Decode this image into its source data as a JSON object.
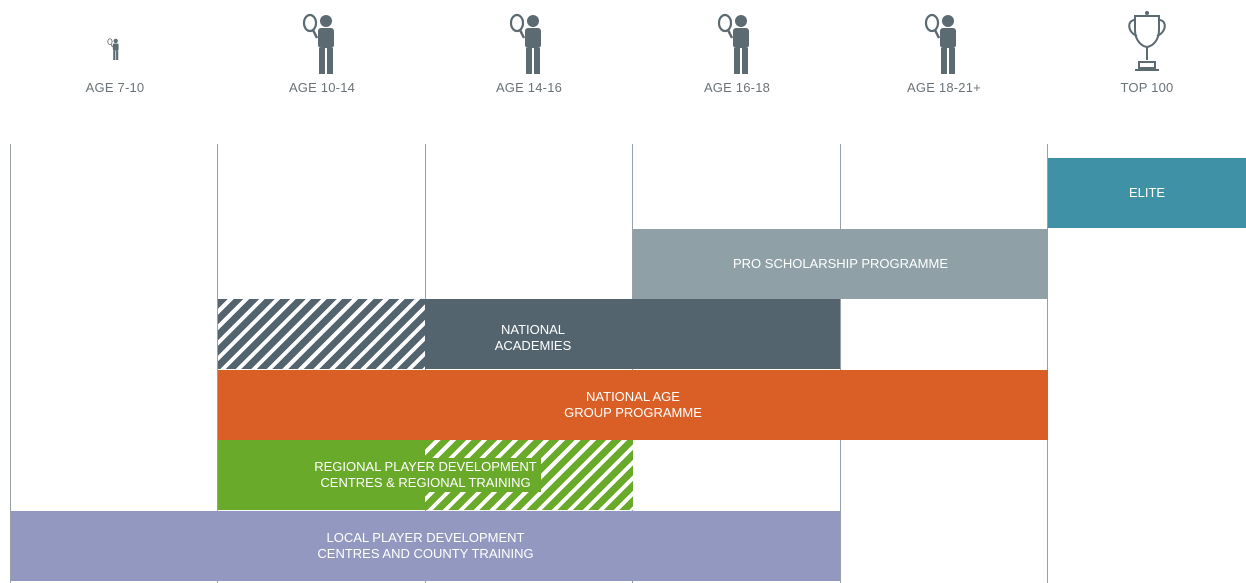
{
  "columns": [
    {
      "label": "AGE 7-10",
      "icon": "player-icon"
    },
    {
      "label": "AGE 10-14",
      "icon": "player-icon"
    },
    {
      "label": "AGE 14-16",
      "icon": "player-icon"
    },
    {
      "label": "AGE 16-18",
      "icon": "player-icon"
    },
    {
      "label": "AGE 18-21+",
      "icon": "player-icon"
    },
    {
      "label": "TOP 100",
      "icon": "trophy-icon"
    }
  ],
  "programmes": {
    "elite": {
      "label": "ELITE",
      "color": "#3f92a6"
    },
    "pro_scholarship": {
      "label": "PRO SCHOLARSHIP PROGRAMME",
      "color": "#8fa0a7"
    },
    "national_academies": {
      "line1": "NATIONAL",
      "line2": "ACADEMIES",
      "color": "#53646f",
      "hatch_color": "#53646f"
    },
    "national_age_group": {
      "line1": "NATIONAL AGE",
      "line2": "GROUP PROGRAMME",
      "color": "#d95f27"
    },
    "regional": {
      "line1": "REGIONAL PLAYER DEVELOPMENT",
      "line2": "CENTRES & REGIONAL TRAINING",
      "color": "#6aaa2a",
      "hatch_color": "#6aaa2a"
    },
    "local": {
      "line1": "LOCAL PLAYER DEVELOPMENT",
      "line2": "CENTRES AND COUNTY TRAINING",
      "color": "#9298bf"
    }
  },
  "colors": {
    "grid_line": "#9aa1a6",
    "icon": "#5c6a72",
    "label_text": "#6a7378"
  }
}
